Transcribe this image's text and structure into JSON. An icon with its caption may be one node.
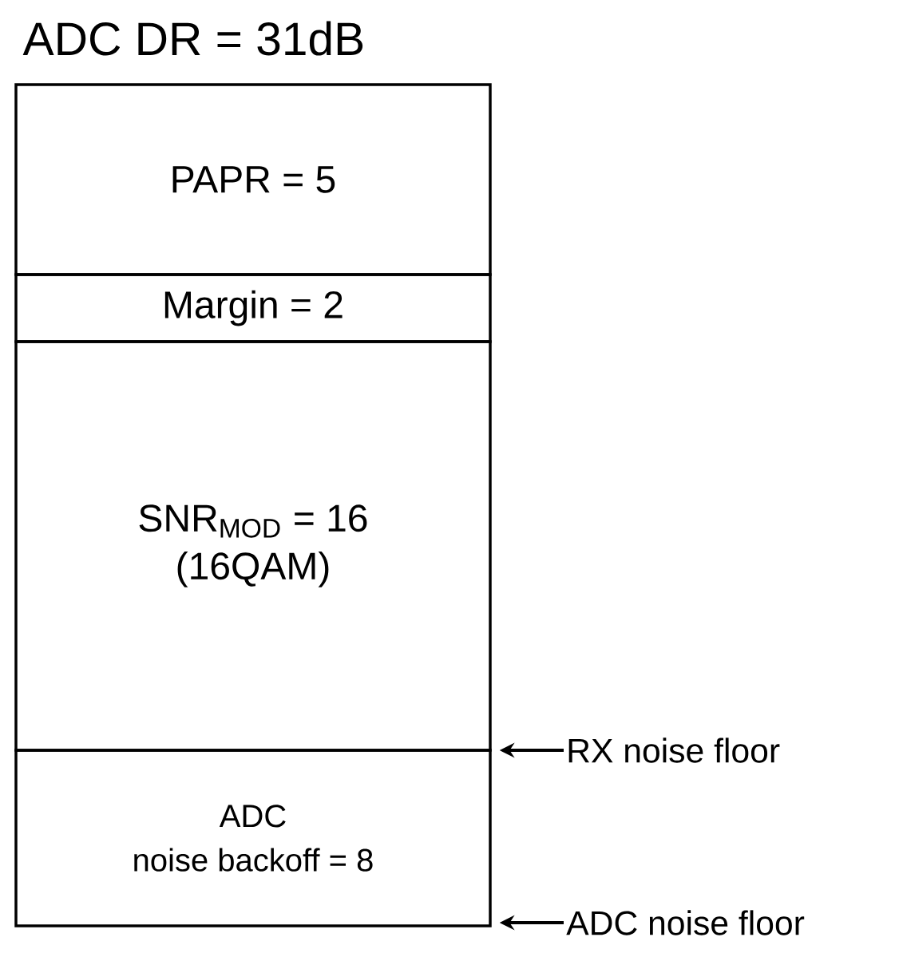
{
  "diagram": {
    "title": "ADC DR = 31dB",
    "nodes": [
      {
        "text": [
          "PAPR = 5"
        ]
      },
      {
        "text": [
          "Margin = 2"
        ]
      },
      {
        "text": [
          "SNR$_{MOD}$ = 16 (16QAM)"
        ]
      },
      {
        "text": [
          "ADC",
          "noise backoff = 8"
        ]
      },
      {
        "text": [
          "RX noise floor"
        ]
      },
      {
        "text": [
          "ADC noise floor"
        ]
      }
    ],
    "edges": [
      {
        "from": 4,
        "to": 3,
        "arrow": "to"
      },
      {
        "from": 5,
        "to": 3,
        "arrow": "to"
      }
    ]
  }
}
